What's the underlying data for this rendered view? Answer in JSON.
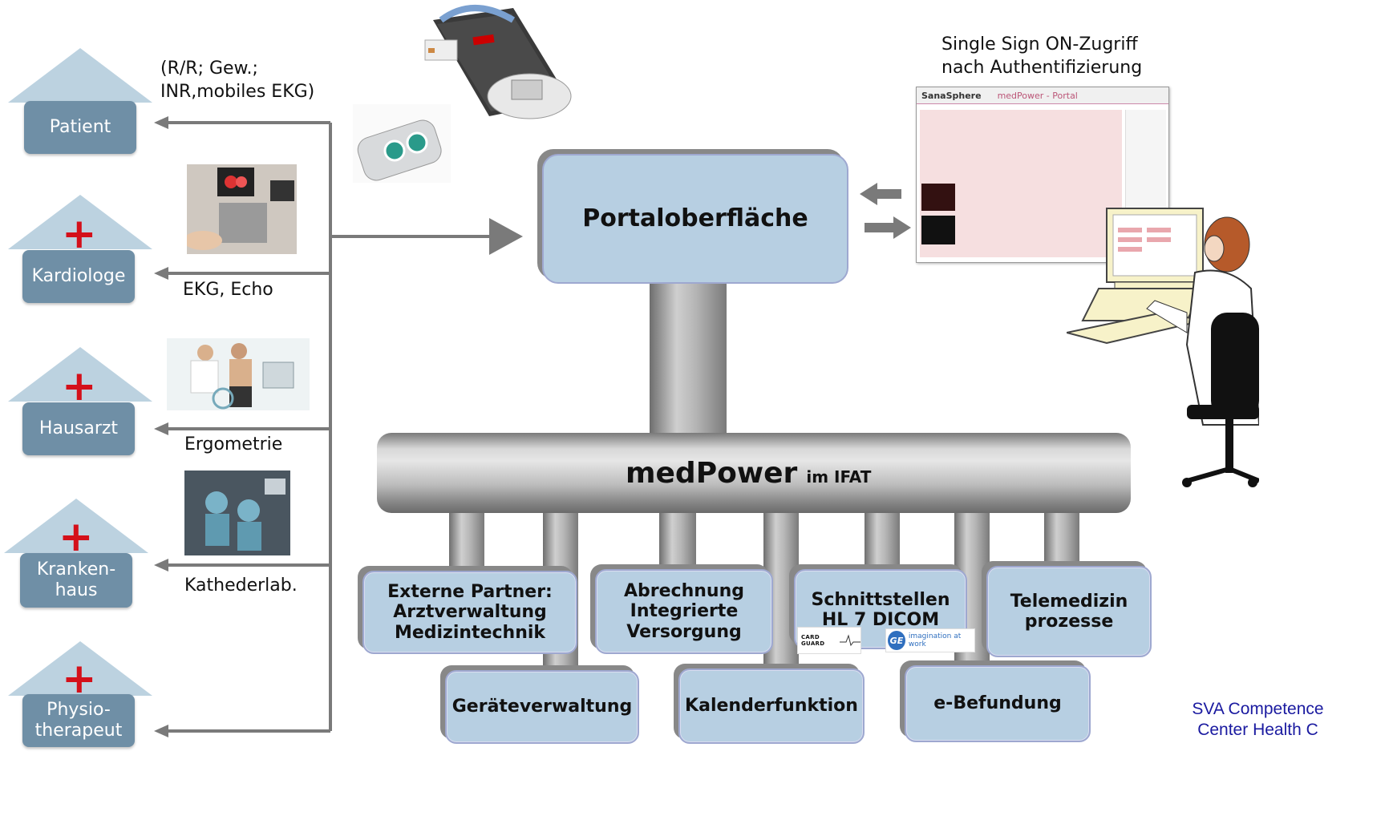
{
  "actors": [
    {
      "label": "Patient",
      "cross": false
    },
    {
      "label": "Kardiologe",
      "cross": true
    },
    {
      "label": "Hausarzt",
      "cross": true
    },
    {
      "label": "Kranken-\nhaus",
      "cross": true
    },
    {
      "label": "Physio-\ntherapeut",
      "cross": true
    }
  ],
  "captions": {
    "patient_data": "(R/R; Gew.;\nINR,mobiles EKG)",
    "kardiologe": "EKG, Echo",
    "hausarzt": "Ergometrie",
    "krankenhaus": "Kathederlab."
  },
  "portal": {
    "title": "Portaloberfläche",
    "sso_caption": "Single Sign ON-Zugriff\nnach Authentifizierung",
    "screenshot_brand": "SanaSphere",
    "screenshot_title": "medPower - Portal"
  },
  "bus": {
    "title": "medPower",
    "subtitle": "im IFAT"
  },
  "modules_top": [
    {
      "label": "Externe Partner:\nArztverwaltung\nMedizintechnik"
    },
    {
      "label": "Abrechnung\nIntegrierte\nVersorgung"
    },
    {
      "label": "Schnittstellen\nHL 7  DICOM"
    },
    {
      "label": "Telemedizin\nprozesse"
    }
  ],
  "modules_bottom": [
    {
      "label": "Geräteverwaltung"
    },
    {
      "label": "Kalenderfunktion"
    },
    {
      "label": "e-Befundung"
    }
  ],
  "logos": {
    "card_guard": "CARD GUARD",
    "ge": "imagination at work"
  },
  "footer": "SVA Competence\nCenter Health C",
  "colors": {
    "actor_box": "#6f8fa6",
    "roof": "#bcd2e0",
    "module_fill": "#b7cfe2",
    "cross": "#d4101a",
    "footer_text": "#1a1aa0"
  }
}
